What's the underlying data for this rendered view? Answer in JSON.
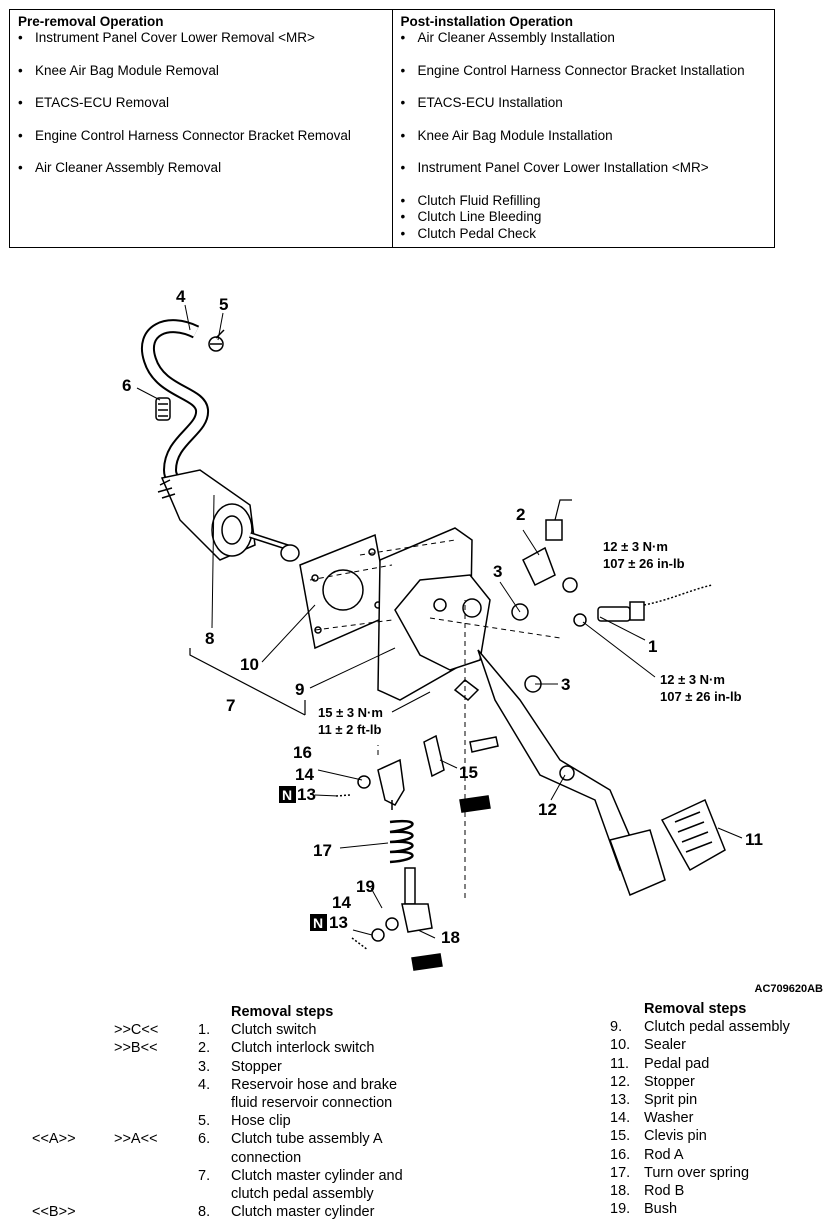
{
  "operations": {
    "pre_removal": {
      "title": "Pre-removal Operation",
      "items": [
        "Instrument Panel Cover Lower Removal <MR>",
        "Knee Air Bag Module Removal",
        "ETACS-ECU Removal",
        "Engine Control Harness Connector Bracket Removal",
        "Air Cleaner Assembly Removal"
      ]
    },
    "post_installation": {
      "title": "Post-installation Operation",
      "items": [
        "Air Cleaner Assembly Installation",
        "Engine Control Harness Connector Bracket Installation",
        "ETACS-ECU Installation",
        "Knee Air Bag Module Installation",
        "Instrument Panel Cover Lower Installation <MR>",
        "Clutch Fluid Refilling",
        "Clutch Line Bleeding",
        "Clutch Pedal Check"
      ]
    }
  },
  "figure": {
    "caption": "AC709620AB",
    "callouts": [
      "1",
      "2",
      "3",
      "4",
      "5",
      "6",
      "7",
      "8",
      "9",
      "10",
      "11",
      "12",
      "13",
      "14",
      "15",
      "16",
      "17",
      "18",
      "19"
    ],
    "torque_1": [
      "12 ± 3 N·m",
      "107 ± 26 in-lb"
    ],
    "torque_2": [
      "12 ± 3 N·m",
      "107 ± 26 in-lb"
    ],
    "torque_3": [
      "15 ± 3 N·m",
      "11 ± 2 ft-lb"
    ],
    "n_mark": "N"
  },
  "removal_left": {
    "title": "Removal steps",
    "rows": [
      {
        "a": "",
        "b": ">>C<<",
        "n": "1.",
        "t": [
          "Clutch switch"
        ]
      },
      {
        "a": "",
        "b": ">>B<<",
        "n": "2.",
        "t": [
          "Clutch interlock switch"
        ]
      },
      {
        "a": "",
        "b": "",
        "n": "3.",
        "t": [
          "Stopper"
        ]
      },
      {
        "a": "",
        "b": "",
        "n": "4.",
        "t": [
          "Reservoir hose and brake",
          "fluid reservoir connection"
        ]
      },
      {
        "a": "",
        "b": "",
        "n": "5.",
        "t": [
          "Hose clip"
        ]
      },
      {
        "a": "<<A>>",
        "b": ">>A<<",
        "n": "6.",
        "t": [
          "Clutch tube assembly A",
          "connection"
        ]
      },
      {
        "a": "",
        "b": "",
        "n": "7.",
        "t": [
          "Clutch master cylinder and",
          "clutch pedal assembly"
        ]
      },
      {
        "a": "<<B>>",
        "b": "",
        "n": "8.",
        "t": [
          "Clutch master cylinder"
        ]
      }
    ]
  },
  "removal_right": {
    "title": "Removal steps",
    "rows": [
      {
        "n": "9.",
        "t": "Clutch pedal assembly"
      },
      {
        "n": "10.",
        "t": "Sealer"
      },
      {
        "n": "11.",
        "t": "Pedal pad"
      },
      {
        "n": "12.",
        "t": "Stopper"
      },
      {
        "n": "13.",
        "t": "Sprit pin"
      },
      {
        "n": "14.",
        "t": "Washer"
      },
      {
        "n": "15.",
        "t": "Clevis pin"
      },
      {
        "n": "16.",
        "t": "Rod A"
      },
      {
        "n": "17.",
        "t": "Turn over spring"
      },
      {
        "n": "18.",
        "t": "Rod B"
      },
      {
        "n": "19.",
        "t": "Bush"
      }
    ]
  }
}
